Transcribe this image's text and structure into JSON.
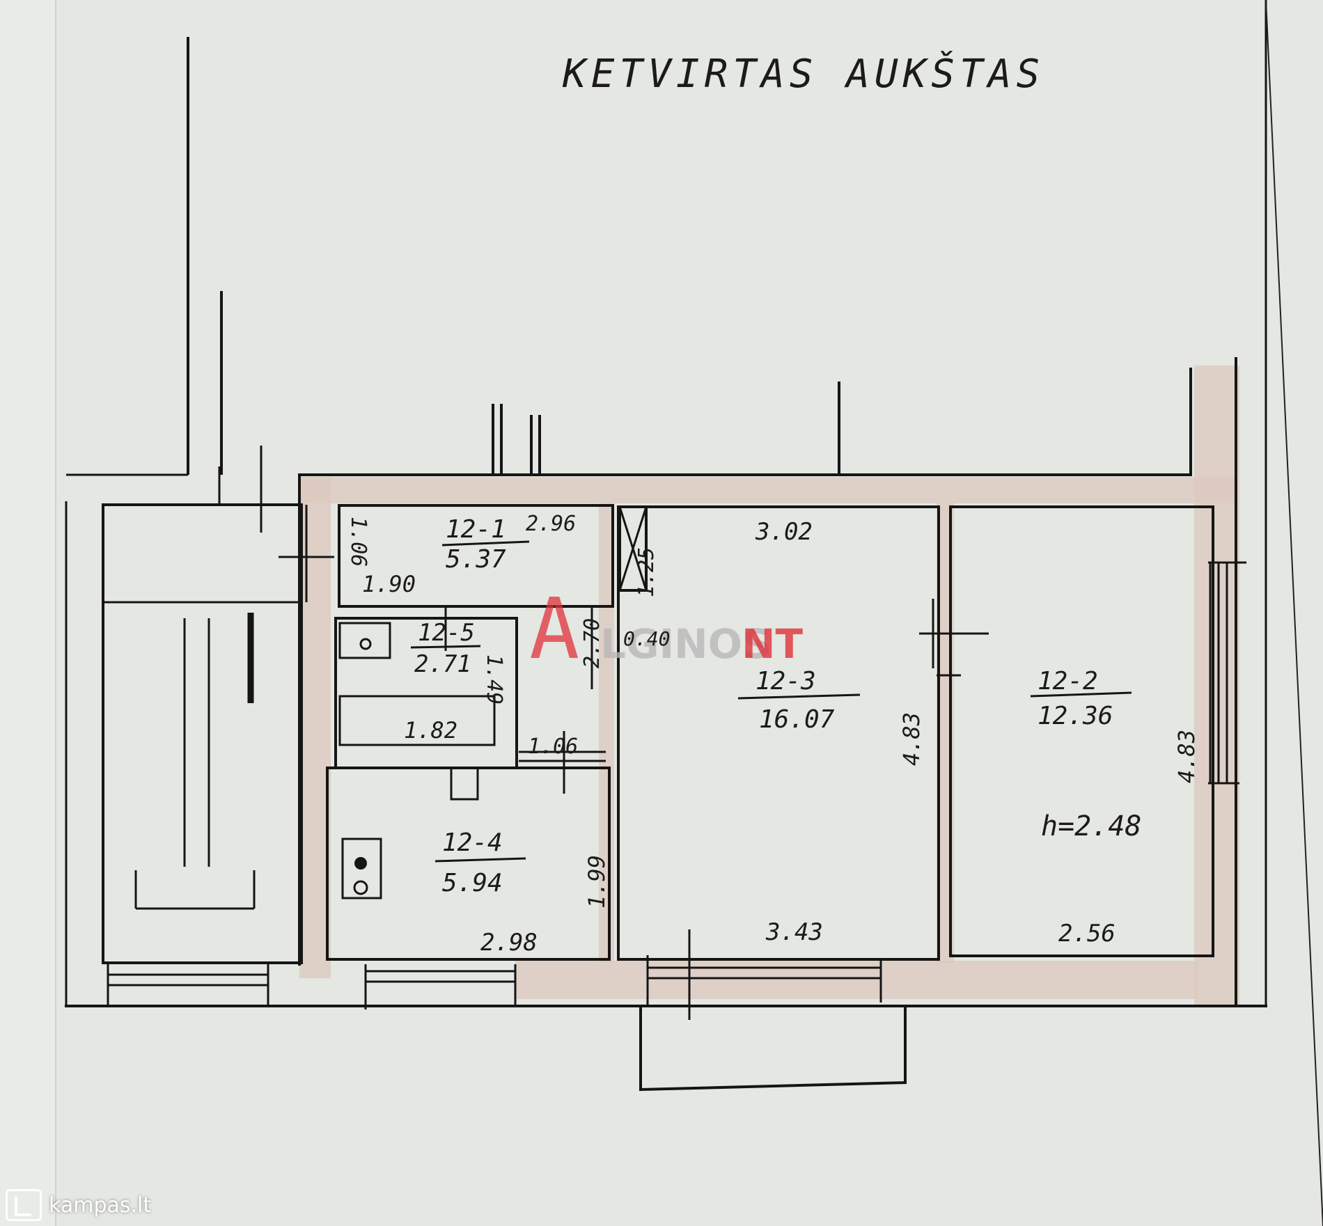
{
  "plan": {
    "title": "KETVIRTAS AUKŠTAS",
    "rooms": [
      {
        "id": "room-12-1",
        "label": "12-1",
        "area": "5.37"
      },
      {
        "id": "room-12-2",
        "label": "12-2",
        "area": "12.36"
      },
      {
        "id": "room-12-3",
        "label": "12-3",
        "area": "16.07"
      },
      {
        "id": "room-12-4",
        "label": "12-4",
        "area": "5.94"
      },
      {
        "id": "room-12-5",
        "label": "12-5",
        "area": "2.71"
      }
    ],
    "dimensions": {
      "d1_06_a": "1.06",
      "d2_96": "2.96",
      "d1_90": "1.90",
      "d1_25": "1.25",
      "d2_70": "2.70",
      "d0_40": "0.40",
      "d1_49": "1.49",
      "d1_82": "1.82",
      "d1_06_b": "1.06",
      "d1_99": "1.99",
      "d2_98": "2.98",
      "d3_02": "3.02",
      "d3_43": "3.43",
      "d4_83_a": "4.83",
      "d4_83_b": "4.83",
      "d2_56": "2.56"
    },
    "ceiling_height": "h=2.48"
  },
  "watermark": {
    "letter": "A",
    "text": "LGINOS",
    "suffix": "NT"
  },
  "footer": {
    "logo_text": "kampas.lt"
  }
}
